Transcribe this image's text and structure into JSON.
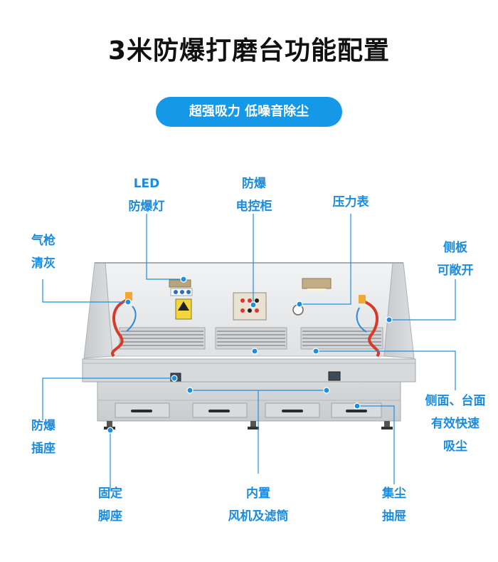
{
  "title": "3米防爆打磨台功能配置",
  "badge": "超强吸力  低噪音除尘",
  "colors": {
    "accent": "#1598e8",
    "label": "#1a8ce0",
    "machine": "#cfd2d4"
  },
  "labels": {
    "led": [
      "LED",
      "防爆灯"
    ],
    "control": [
      "防爆",
      "电控柜"
    ],
    "gauge": [
      "压力表"
    ],
    "airgun": [
      "气枪",
      "清灰"
    ],
    "side_panel": [
      "侧板",
      "可敞开"
    ],
    "side_suction": [
      "侧面、台面",
      "有效快速",
      "吸尘"
    ],
    "socket": [
      "防爆",
      "插座"
    ],
    "feet": [
      "固定",
      "脚座"
    ],
    "fan": [
      "内置",
      "风机及滤筒"
    ],
    "drawer": [
      "集尘",
      "抽屉"
    ]
  }
}
